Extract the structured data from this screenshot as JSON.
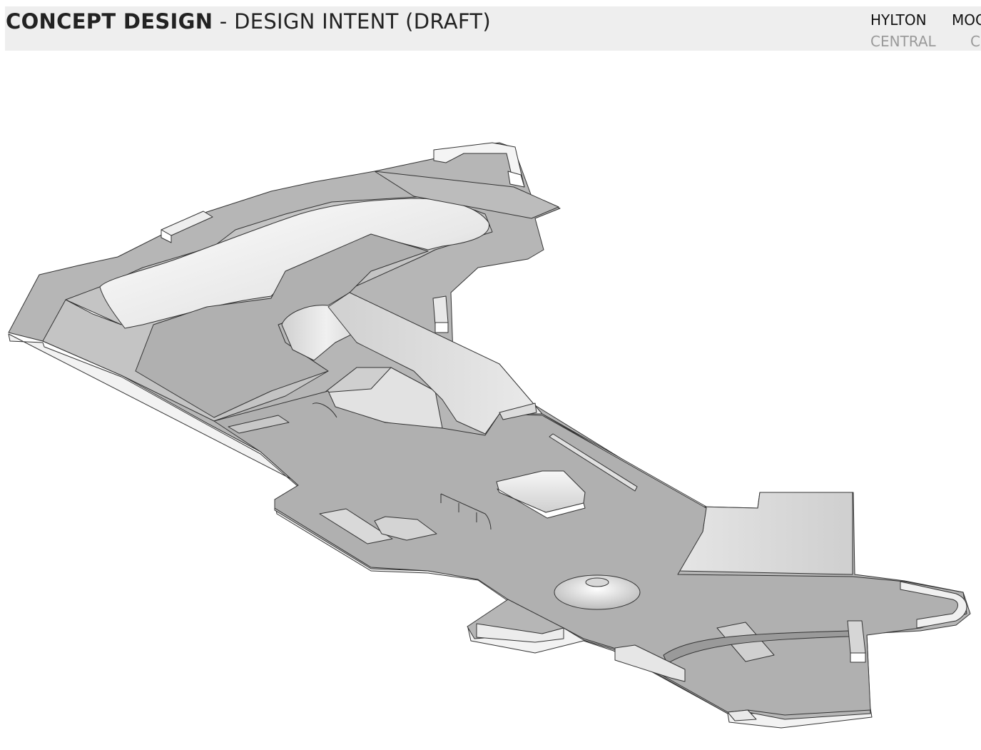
{
  "header": {
    "title_strong": "CONCEPT DESIGN",
    "title_rest": " - DESIGN INTENT (DRAFT)",
    "nav": [
      {
        "label": "HYLTON",
        "sublabel": "CENTRAL"
      },
      {
        "label": "MOC",
        "sublabel": "C"
      }
    ]
  },
  "colors": {
    "header_bg": "#eeeeee",
    "ground": "#b4b4b4",
    "ramp_light": "#e6e6e6",
    "outline": "#333333"
  }
}
